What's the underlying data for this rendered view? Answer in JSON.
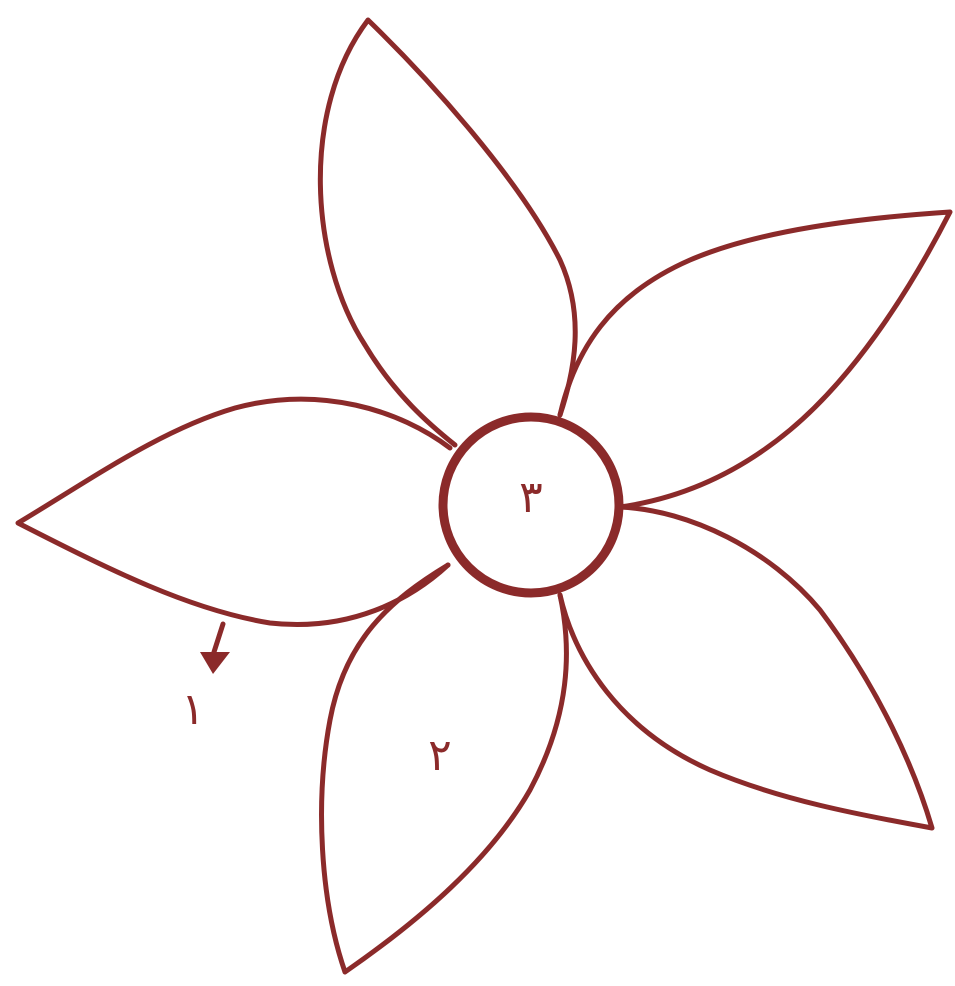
{
  "colors": {
    "stroke": "#8b2a2a",
    "background": "#ffffff"
  },
  "labels": {
    "edge_marker": "١",
    "petal_marker": "٢",
    "center_marker": "٣"
  }
}
